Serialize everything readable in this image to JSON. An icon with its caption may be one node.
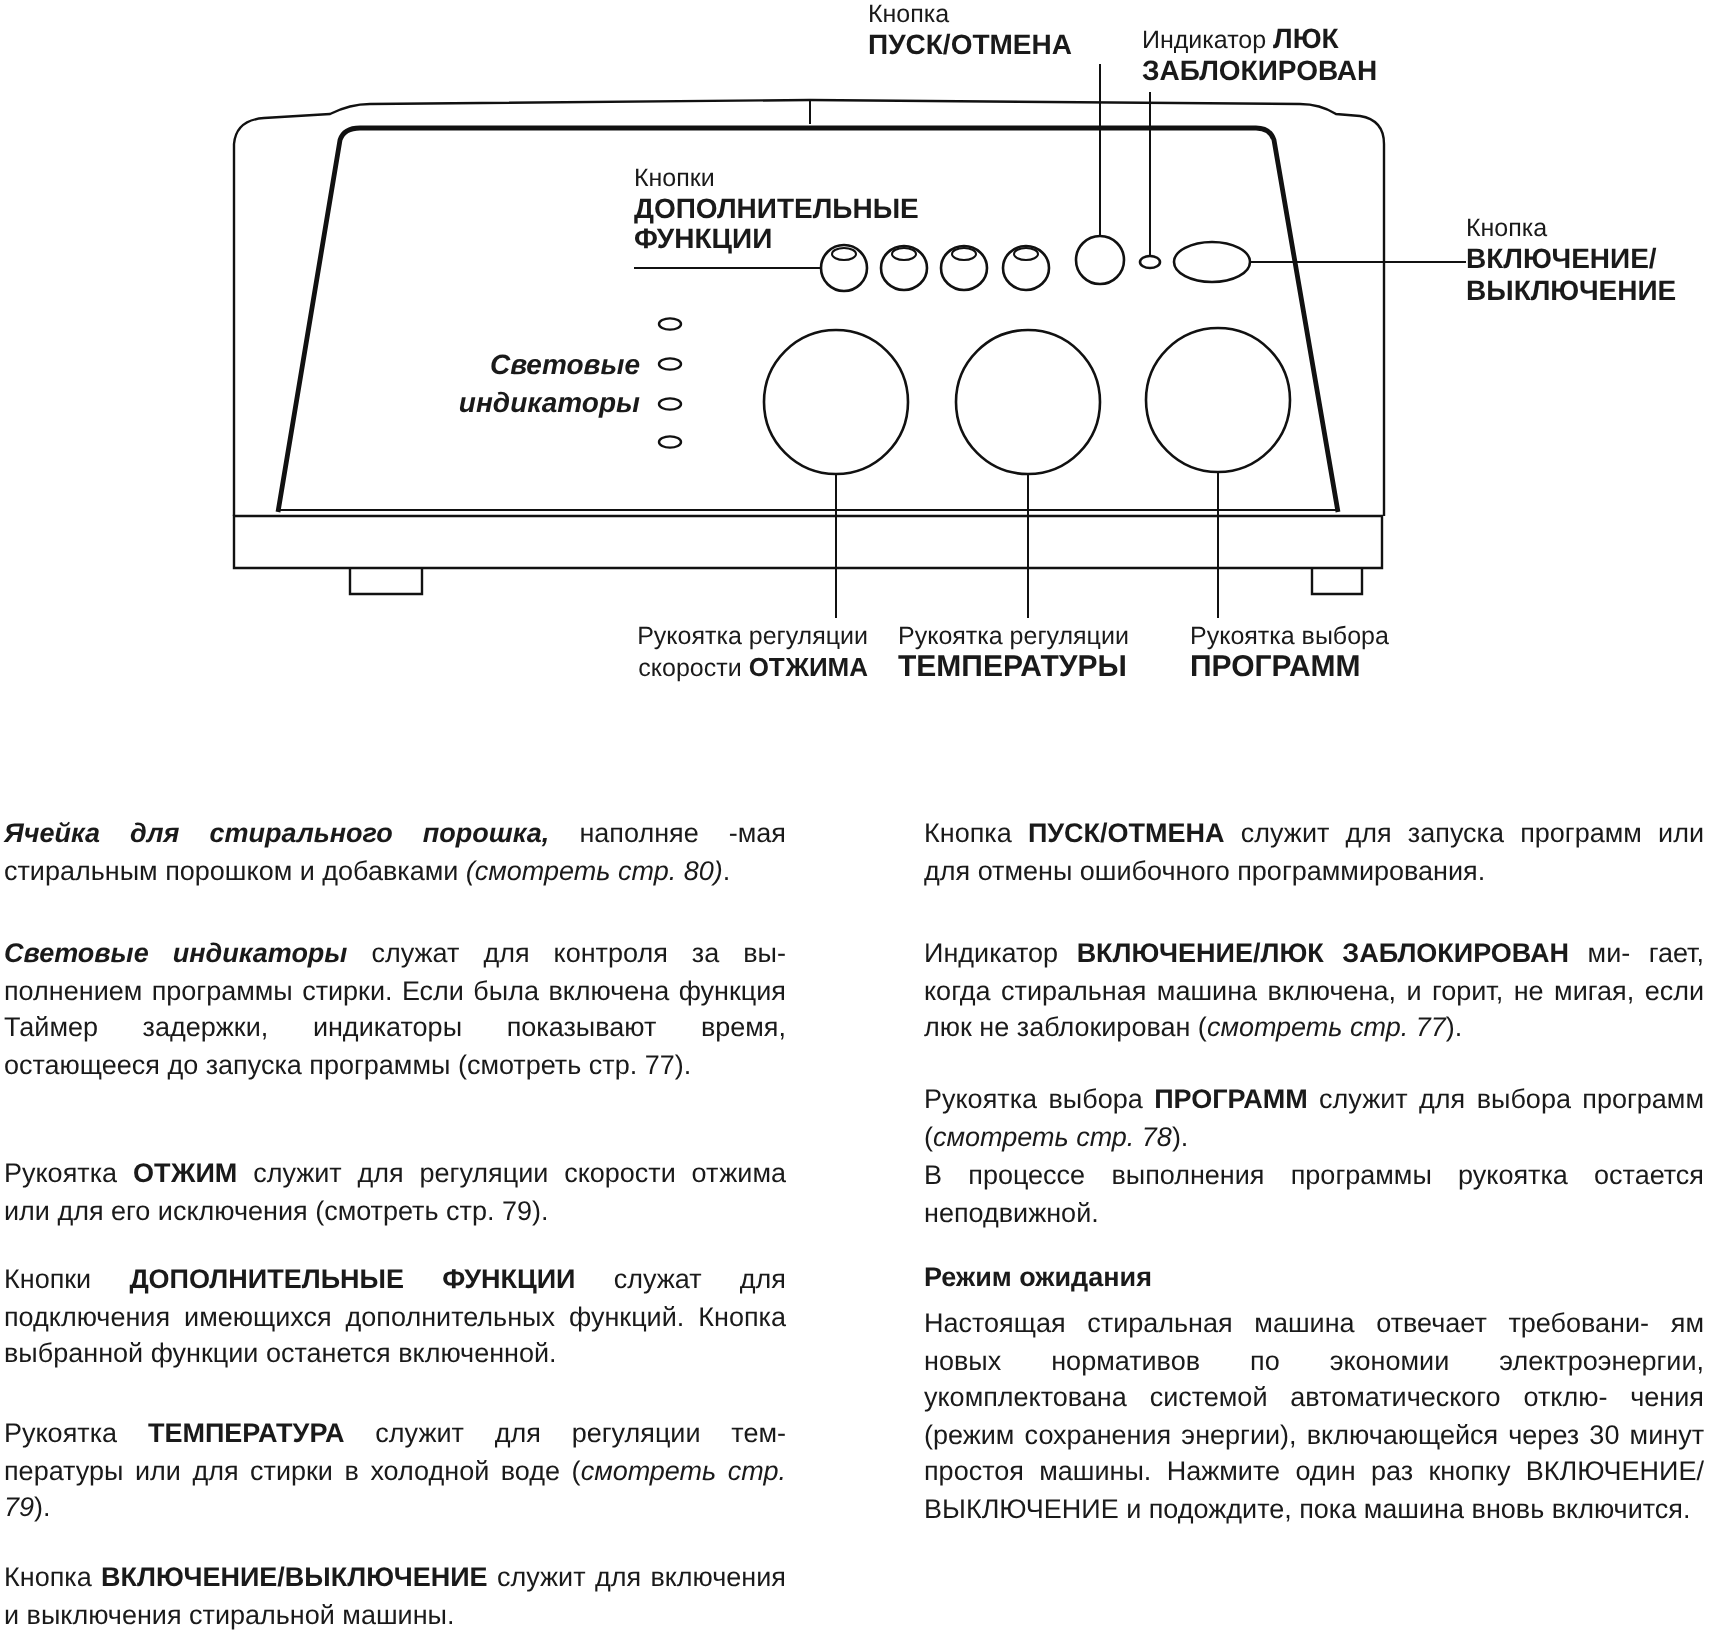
{
  "diagram": {
    "nodes": [
      {
        "text": [
          "Кнопка **ПУСК/ОТМЕНА**"
        ]
      },
      {
        "text": [
          "Индикатор **ЛЮК ЗАБЛОКИРОВАН**"
        ]
      },
      {
        "text": [
          "Кнопки **ДОПОЛНИТЕЛЬНЫЕ ФУНКЦИИ**"
        ]
      },
      {
        "text": [
          "Кнопка **ВКЛЮЧЕНИЕ/ ВЫКЛЮЧЕНИЕ**"
        ]
      },
      {
        "text": [],
        "shape": "circle"
      },
      {
        "text": [],
        "shape": "circle"
      },
      {
        "text": [],
        "shape": "ellipse"
      },
      {
        "text": [],
        "shape": "ellipse"
      },
      {
        "text": [],
        "shape": "circle"
      },
      {
        "text": [],
        "shape": "circle"
      },
      {
        "text": [],
        "shape": "circle"
      },
      {
        "text": [
          "Рукоятка регуляции скорости **ОТЖИМА**"
        ]
      },
      {
        "text": [
          "Рукоятка регуляции **ТЕМПЕРАТУРЫ**"
        ]
      },
      {
        "text": [
          "Рукоятка выбора **ПРОГРАММ**"
        ]
      }
    ],
    "edges": [
      {
        "from": 0,
        "to": 5,
        "arrow": "none"
      },
      {
        "from": 1,
        "to": 6,
        "arrow": "none"
      },
      {
        "from": 2,
        "to": 4,
        "arrow": "none"
      },
      {
        "from": 3,
        "to": 7,
        "arrow": "none"
      },
      {
        "from": 11,
        "to": 8,
        "arrow": "none"
      },
      {
        "from": 12,
        "to": 9,
        "arrow": "none"
      },
      {
        "from": 13,
        "to": 10,
        "arrow": "none"
      }
    ],
    "labels": [
      "Световые индикаторы",
      "**Ячейка для стирального порошка,** наполняе -мая стиральным порошком и добавками *(смотреть стр. 80)*.",
      "**Световые индикаторы** служат для контроля за вы- полнением программы стирки. Если была включена функция Таймер задержки, индикаторы показывают время, остающееся до запуска программы (смотреть стр. 77).",
      "Рукоятка **ОТЖИМ** служит для регуляции скорости отжима или для его исключения (смотреть стр. 79).",
      "Кнопки **ДОПОЛНИТЕЛЬНЫЕ ФУНКЦИИ** служат для подключения имеющихся дополнительных функций. Кнопка выбранной функции останется включенной.",
      "Рукоятка **ТЕМПЕРАТУРА** служит для регуляции тем- пературы или для стирки в холодной воде (*смотреть стр. 79*).",
      "Кнопка **ВКЛЮЧЕНИЕ/ВЫКЛЮЧЕНИЕ** служит для включения и выключения стиральной машины.",
      "Кнопка **ПУСК/ОТМЕНА** служит для запуска программ или для отмены ошибочного программирования.",
      "Индикатор **ВКЛЮЧЕНИЕ/ЛЮК ЗАБЛОКИРОВАН** ми- гает, когда стиральная машина включена, и горит, не мигая, если люк не заблокирован (*смотреть стр. 77*).",
      "Рукоятка выбора **ПРОГРАММ** служит для выбора программ (*смотреть стр. 78*).",
      "В процессе выполнения программы рукоятка остается неподвижной.",
      "Режим ожидания",
      "Настоящая стиральная машина отвечает требовани- ям новых нормативов по экономии электроэнергии, укомплектована системой автоматического отклю- чения (режим сохранения энергии), включающейся через 30 минут простоя машины. Нажмите один раз кнопку ВКЛЮЧЕНИЕ/ВЫКЛЮЧЕНИЕ и подождите, пока машина вновь включится."
    ]
  }
}
